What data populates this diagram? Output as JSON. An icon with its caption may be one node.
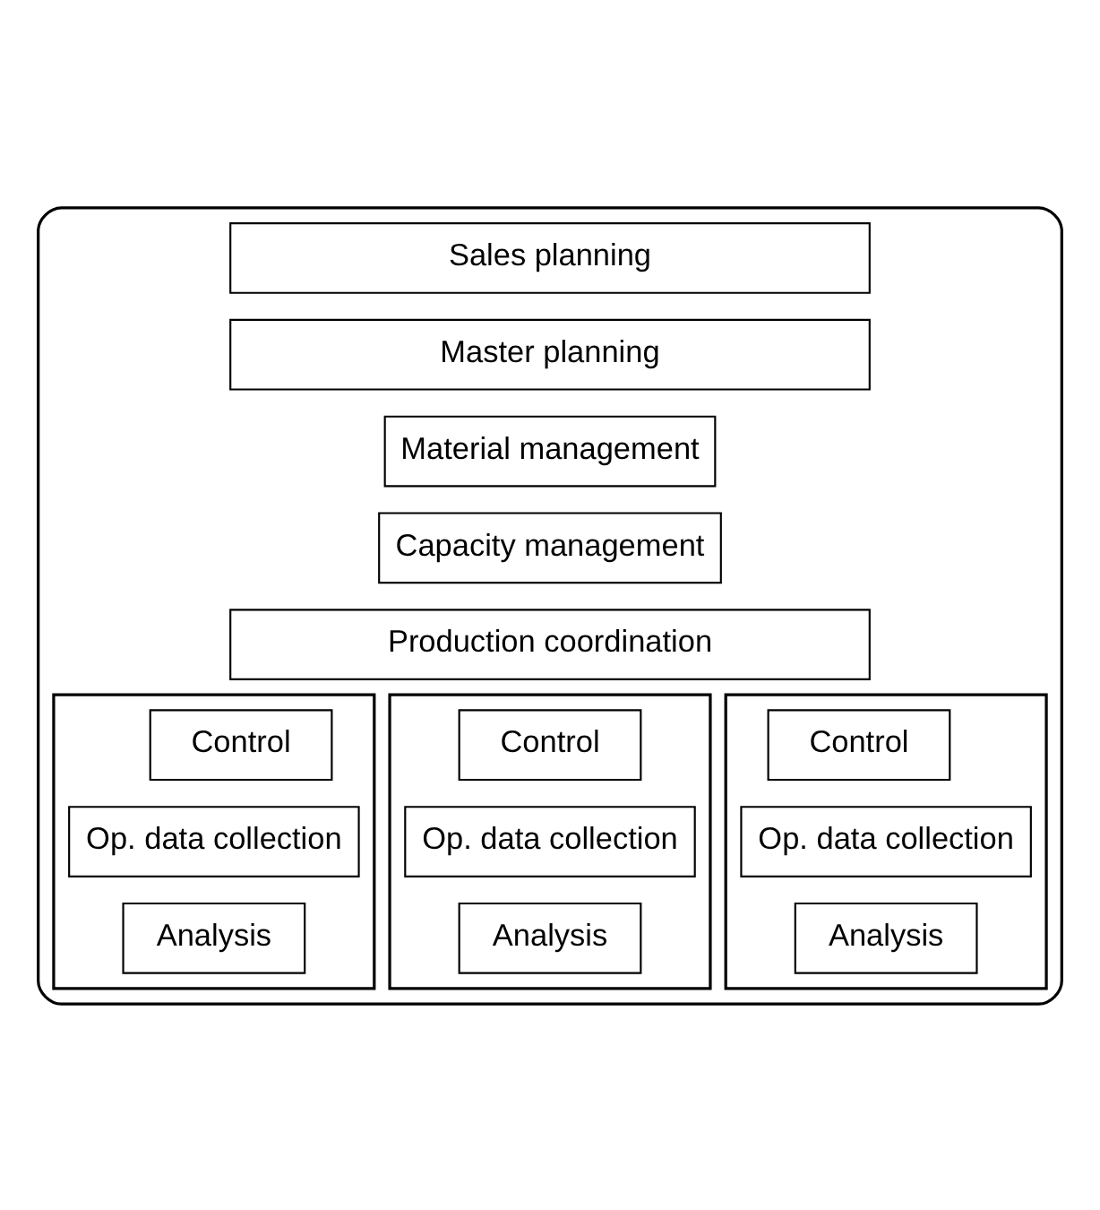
{
  "diagram": {
    "nodes": [
      {
        "text": [],
        "shape": "box"
      },
      {
        "text": [
          "Sales planning"
        ],
        "in": 0
      },
      {
        "text": [
          "Master planning"
        ],
        "in": 0
      },
      {
        "text": [
          "Material management"
        ],
        "in": 0
      },
      {
        "text": [
          "Capacity management"
        ],
        "in": 0
      },
      {
        "text": [
          "Production coordination"
        ],
        "in": 0
      },
      {
        "text": [],
        "shape": "box",
        "in": 0
      },
      {
        "text": [
          "Control"
        ],
        "in": 6
      },
      {
        "text": [
          "Op. data collection"
        ],
        "in": 6
      },
      {
        "text": [
          "Analysis"
        ],
        "in": 6
      },
      {
        "text": [],
        "shape": "box",
        "in": 0
      },
      {
        "text": [
          "Control"
        ],
        "in": 10
      },
      {
        "text": [
          "Op. data collection"
        ],
        "in": 10
      },
      {
        "text": [
          "Analysis"
        ],
        "in": 10
      },
      {
        "text": [],
        "shape": "box",
        "in": 0
      },
      {
        "text": [
          "Control"
        ],
        "in": 14
      },
      {
        "text": [
          "Op. data collection"
        ],
        "in": 14
      },
      {
        "text": [
          "Analysis"
        ],
        "in": 14
      }
    ],
    "edges": []
  }
}
